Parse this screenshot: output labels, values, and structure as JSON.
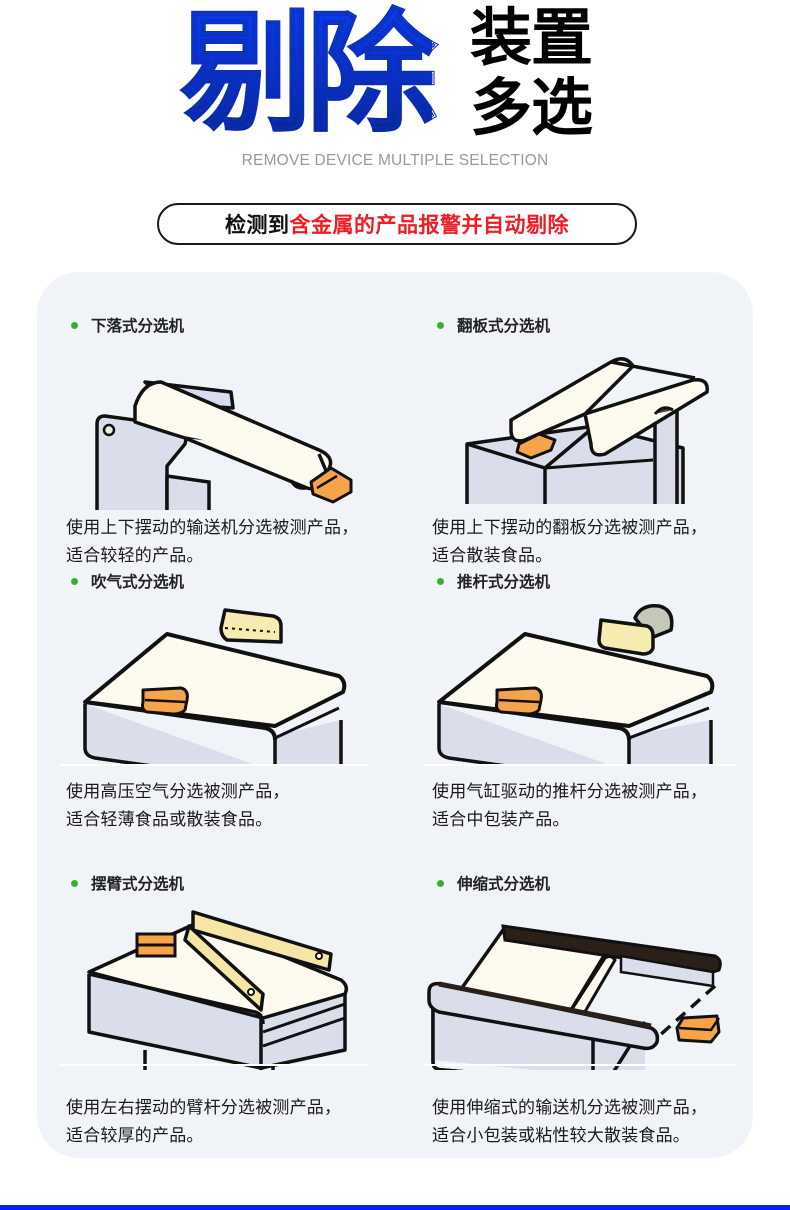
{
  "header": {
    "title_main": "剔除",
    "title_side_line1": "装置",
    "title_side_line2": "多选",
    "subtitle_en": "REMOVE DEVICE MULTIPLE SELECTION"
  },
  "tagline": {
    "black_part": "检测到",
    "red_part": "含金属的产品报警并自动剔除"
  },
  "colors": {
    "brand_blue": "#0a3cf0",
    "alert_red": "#ee1c25",
    "bullet_green": "#3cae2a",
    "panel_bg": "#f0f4f8",
    "product_orange": "#f7a34a",
    "footer_bar": "#0026ef"
  },
  "cards": [
    {
      "title": "下落式分选机",
      "illustration": "drop-conveyor-illustration",
      "desc_line1": "使用上下摆动的输送机分选被测产品，",
      "desc_line2": "适合较轻的产品。"
    },
    {
      "title": "翻板式分选机",
      "illustration": "flip-plate-illustration",
      "desc_line1": "使用上下摆动的翻板分选被测产品，",
      "desc_line2": "适合散装食品。"
    },
    {
      "title": "吹气式分选机",
      "illustration": "air-blow-illustration",
      "desc_line1": "使用高压空气分选被测产品，",
      "desc_line2": "适合轻薄食品或散装食品。"
    },
    {
      "title": "推杆式分选机",
      "illustration": "push-rod-illustration",
      "desc_line1": "使用气缸驱动的推杆分选被测产品，",
      "desc_line2": "适合中包装产品。"
    },
    {
      "title": "摆臂式分选机",
      "illustration": "swing-arm-illustration",
      "desc_line1": "使用左右摆动的臂杆分选被测产品，",
      "desc_line2": "适合较厚的产品。"
    },
    {
      "title": "伸缩式分选机",
      "illustration": "retractable-conveyor-illustration",
      "desc_line1": "使用伸缩式的输送机分选被测产品，",
      "desc_line2": "适合小包装或粘性较大散装食品。"
    }
  ]
}
